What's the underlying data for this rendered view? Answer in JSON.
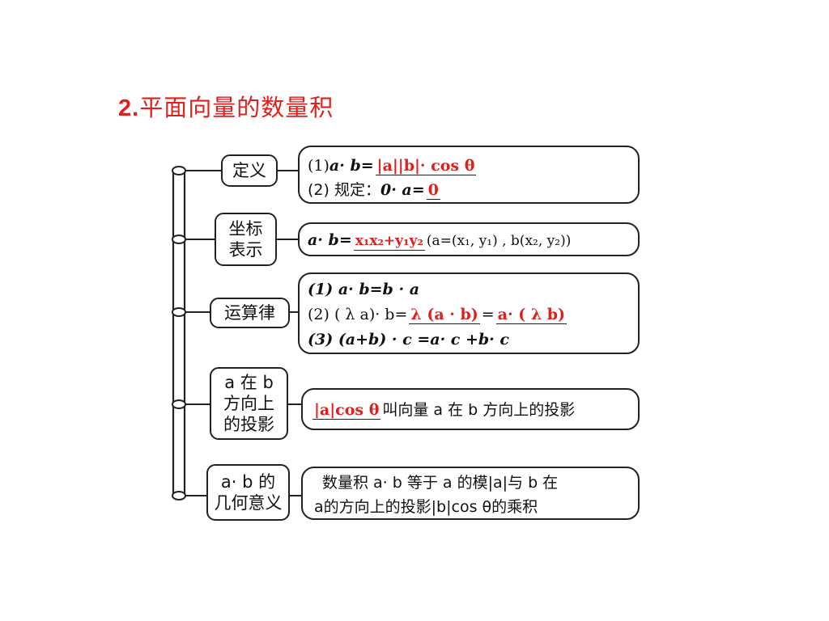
{
  "title": {
    "number": "2.",
    "text": "平面向量的数量积"
  },
  "categories": {
    "definition": [
      "定义"
    ],
    "coordinate": [
      "坐标",
      "表示"
    ],
    "laws": [
      "运算律"
    ],
    "projection": [
      "a 在 b",
      "方向上",
      "的投影"
    ],
    "geometric": [
      "a· b 的",
      "几何意义"
    ]
  },
  "definition": {
    "line1_prefix": "(1)",
    "line1_expr": "a· b=",
    "line1_answer": "|a||b|· cos θ",
    "line2_prefix": "(2) 规定：",
    "line2_expr": "0· a=",
    "line2_answer": "0"
  },
  "coordinate": {
    "expr": "a· b=",
    "answer": "x₁x₂+y₁y₂",
    "condition": "(a=(x₁, y₁) , b(x₂, y₂))"
  },
  "laws": {
    "line1": "(1) a· b=b · a",
    "line2_prefix": "(2) ( λ a)· b=",
    "line2_answer1": "λ (a · b)",
    "line2_eq": "=",
    "line2_answer2": "a· ( λ b)",
    "line3": "(3) (a+b) · c =a· c +b· c"
  },
  "projection": {
    "answer": "|a|cos θ",
    "text": "叫向量 a 在 b 方向上的投影"
  },
  "geometric": {
    "line1": "数量积 a· b 等于 a 的模|a|与 b 在",
    "line2": "a的方向上的投影|b|cos θ的乘积"
  }
}
